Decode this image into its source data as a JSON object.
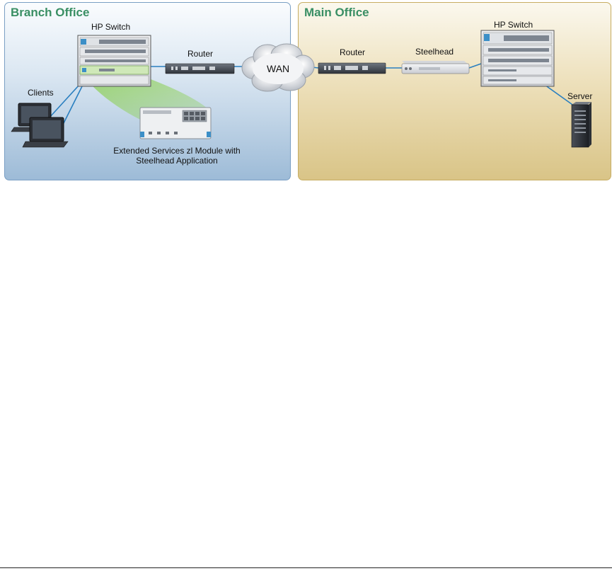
{
  "panels": {
    "branch_title": "Branch Office",
    "main_title": "Main Office"
  },
  "labels": {
    "branch_switch": "HP Switch",
    "branch_router": "Router",
    "clients": "Clients",
    "module_line1": "Extended Services zl Module with",
    "module_line2": "Steelhead Application",
    "wan": "WAN",
    "main_router": "Router",
    "steelhead": "Steelhead",
    "main_switch": "HP Switch",
    "server": "Server"
  },
  "colors": {
    "title": "#3a8f64",
    "link": "#2a7fc0",
    "highlight": "#7fc24a"
  }
}
